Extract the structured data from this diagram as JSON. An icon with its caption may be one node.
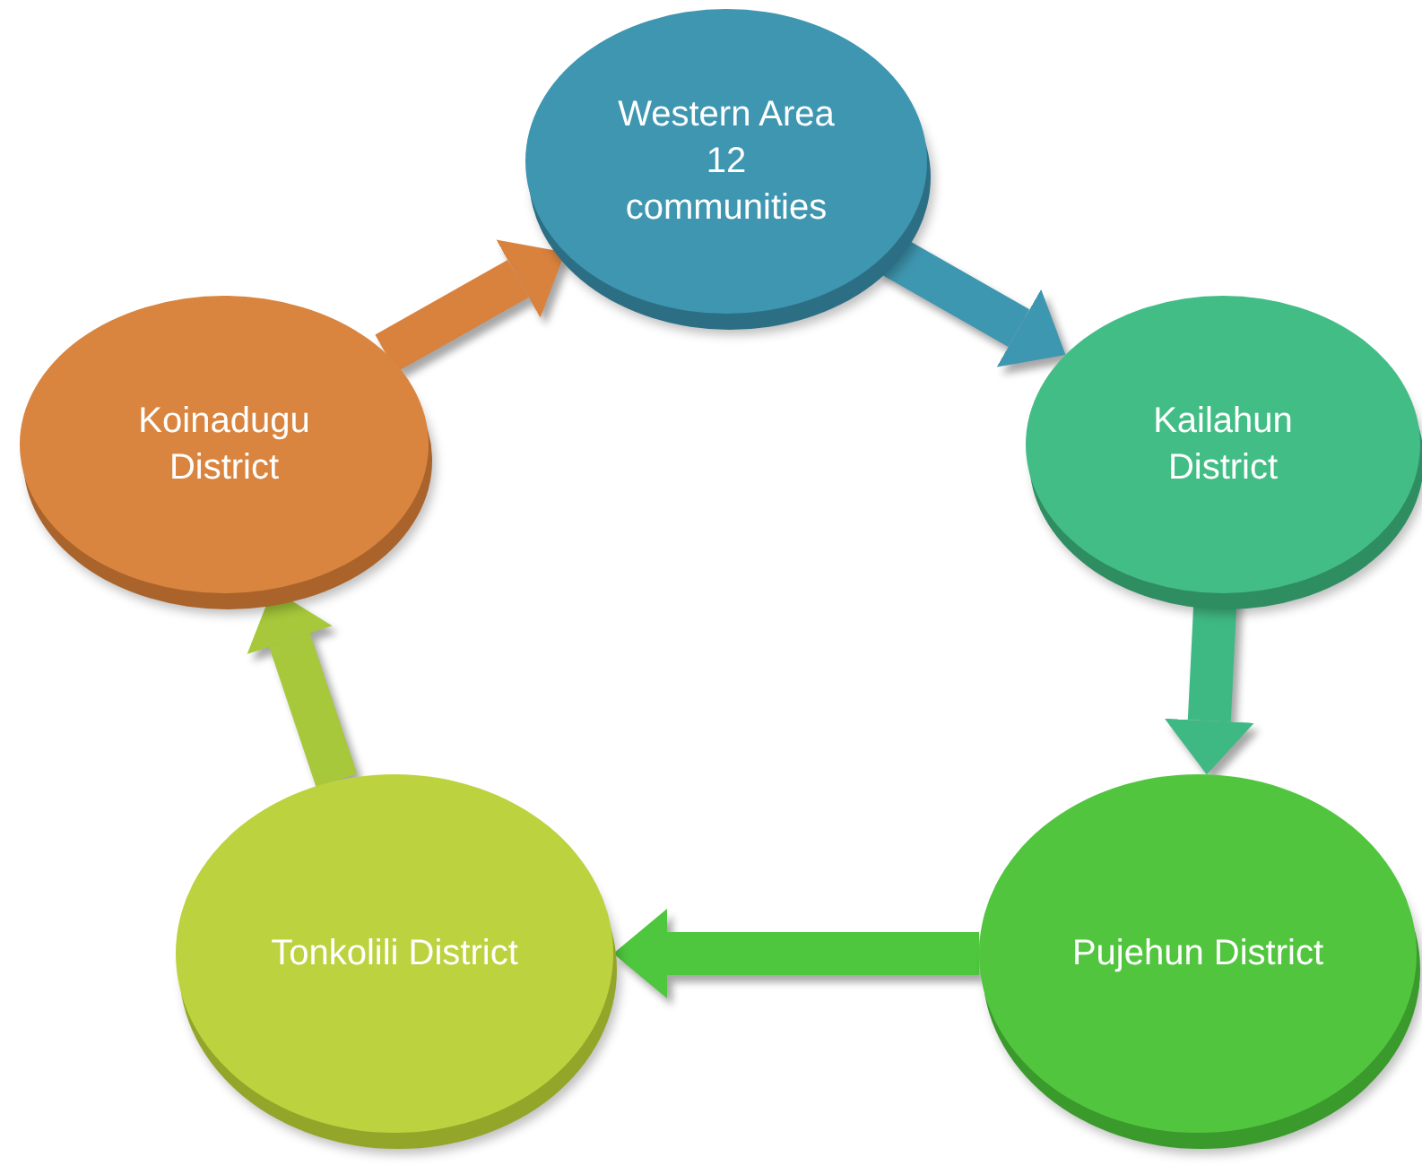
{
  "diagram": {
    "nodes": [
      {
        "text": [
          "Western Area 12 communities"
        ]
      },
      {
        "text": [
          "Kailahun District"
        ]
      },
      {
        "text": [
          "Pujehun District"
        ]
      },
      {
        "text": [
          "Tonkolili District"
        ]
      },
      {
        "text": [
          "Koinadugu District"
        ]
      }
    ],
    "edges": [
      {
        "from": 4,
        "to": 0,
        "arrow": "to",
        "color": "#d9823e"
      },
      {
        "from": 0,
        "to": 1,
        "arrow": "to",
        "color": "#3e97b0"
      },
      {
        "from": 1,
        "to": 2,
        "arrow": "to",
        "color": "#3fb983"
      },
      {
        "from": 2,
        "to": 3,
        "arrow": "to",
        "color": "#4ec63e"
      },
      {
        "from": 3,
        "to": 4,
        "arrow": "to",
        "color": "#a6c83a"
      }
    ]
  }
}
